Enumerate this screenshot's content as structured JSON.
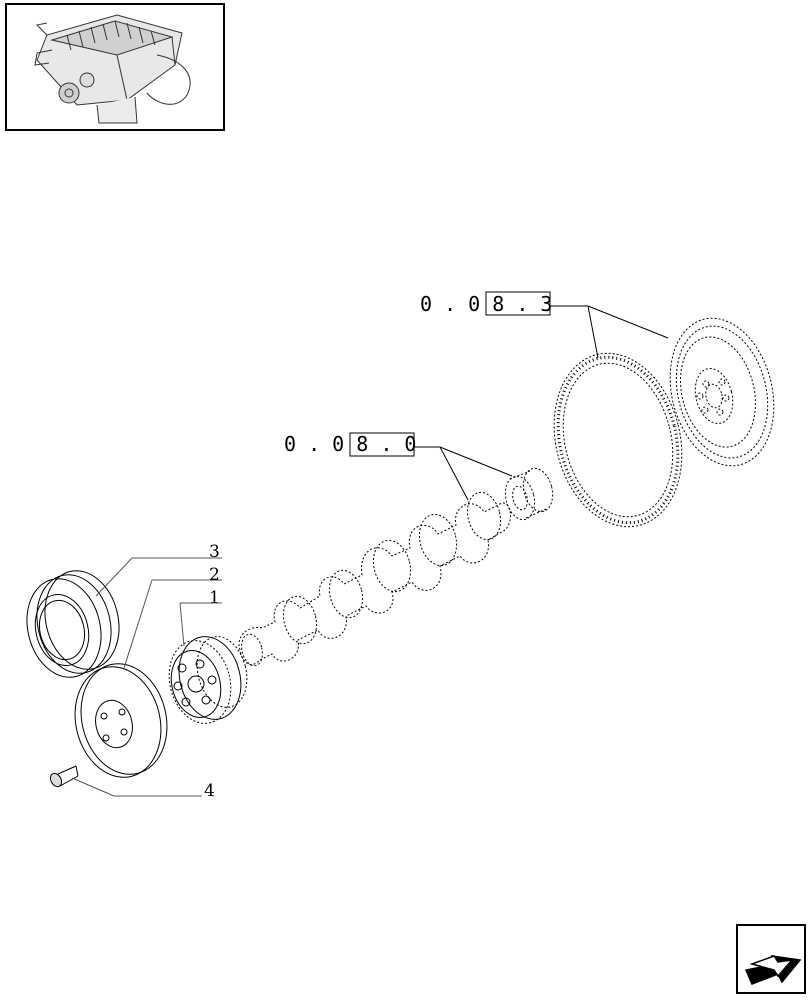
{
  "thumbnail": {
    "icon": "engine-thumbnail-icon"
  },
  "references": {
    "flywheel_ref": "0 . 0 8 . 3",
    "crankshaft_ref": "0 . 0 8 . 0"
  },
  "callouts": {
    "item1": "1",
    "item2": "2",
    "item3": "3",
    "item4": "4"
  },
  "navigation": {
    "icon": "next-page-arrow-icon"
  }
}
